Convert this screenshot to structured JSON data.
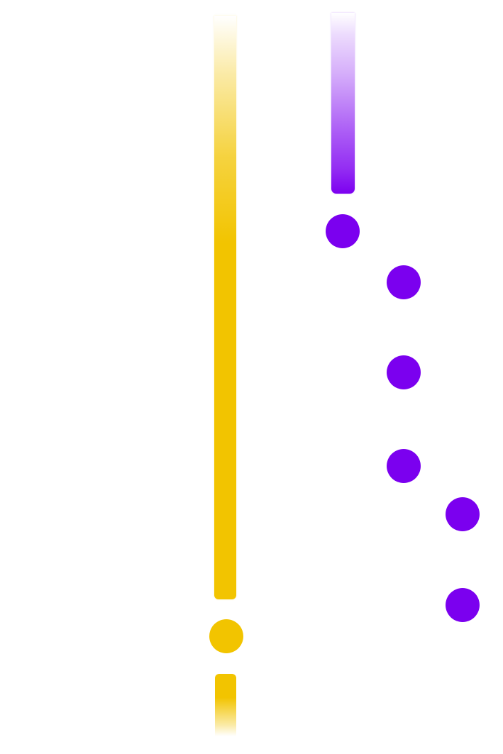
{
  "colors": {
    "background": "#ffffff",
    "yellow": "#f2c400",
    "purple": "#7b00ef"
  },
  "graphics": {
    "yellow_group": {
      "track": "yellow-vertical-bar",
      "dot": "yellow-circle",
      "tail": "yellow-short-bar"
    },
    "purple_group": {
      "track": "purple-vertical-bar",
      "dots": [
        "purple-circle",
        "purple-circle",
        "purple-circle",
        "purple-circle",
        "purple-circle",
        "purple-circle"
      ]
    }
  }
}
